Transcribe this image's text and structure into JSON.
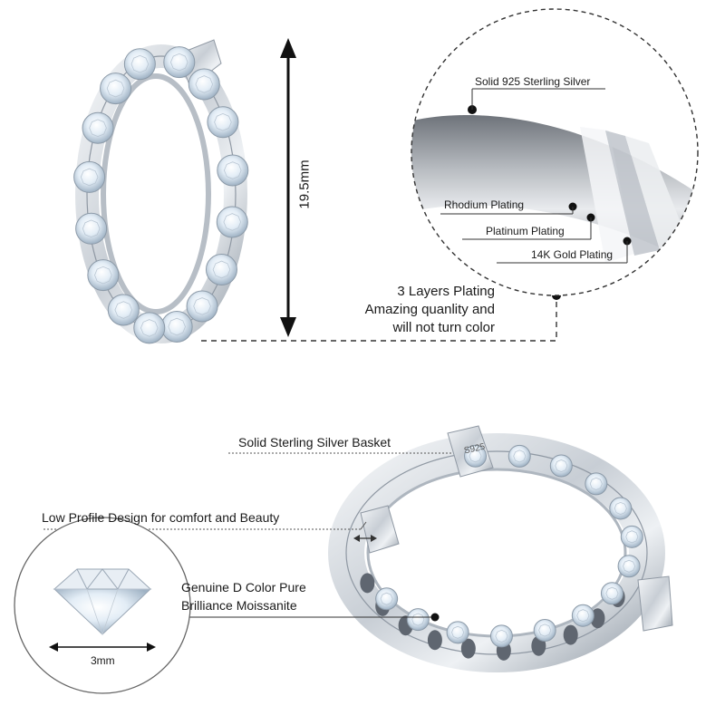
{
  "dimension": {
    "height_label": "19.5mm"
  },
  "plating": {
    "outer_label": "Solid 925 Sterling Silver",
    "layers": [
      "Rhodium Plating",
      "Platinum Plating",
      "14K Gold Plating"
    ],
    "summary_lines": [
      "3 Layers Plating",
      "Amazing quanlity and",
      "will not turn color"
    ]
  },
  "features": {
    "basket": "Solid Sterling Silver Basket",
    "low_profile": "Low Profile Design for comfort and Beauty",
    "stone_lines": [
      "Genuine D Color Pure",
      "Brilliance Moissanite"
    ],
    "hallmark": "S925"
  },
  "stone": {
    "size_label": "3mm"
  },
  "colors": {
    "silver": "#cdd3da",
    "silver_dark": "#8f98a3",
    "line": "#333333",
    "gem": "#eef5fb"
  }
}
